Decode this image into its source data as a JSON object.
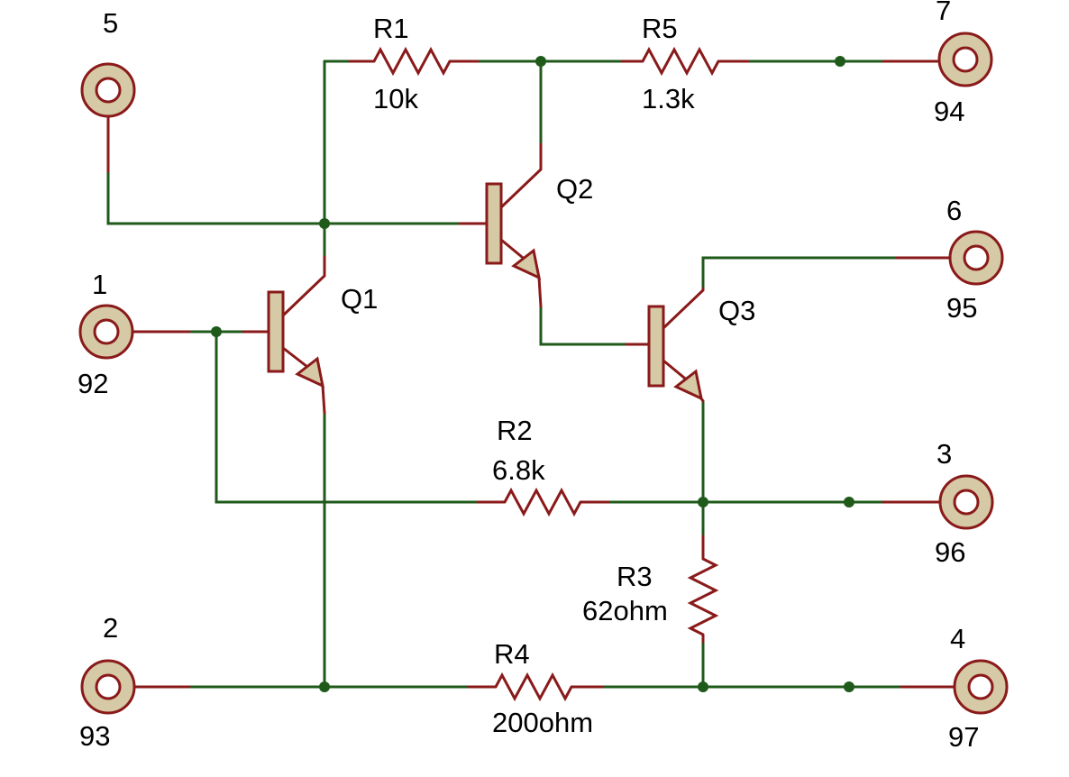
{
  "terminals": {
    "t5": {
      "pin": "5",
      "net": ""
    },
    "t1": {
      "pin": "1",
      "net": "92"
    },
    "t2": {
      "pin": "2",
      "net": "93"
    },
    "t7": {
      "pin": "7",
      "net": "94"
    },
    "t6": {
      "pin": "6",
      "net": "95"
    },
    "t3": {
      "pin": "3",
      "net": "96"
    },
    "t4": {
      "pin": "4",
      "net": "97"
    }
  },
  "resistors": {
    "r1": {
      "ref": "R1",
      "value": "10k"
    },
    "r5": {
      "ref": "R5",
      "value": "1.3k"
    },
    "r2": {
      "ref": "R2",
      "value": "6.8k"
    },
    "r3": {
      "ref": "R3",
      "value": "62ohm"
    },
    "r4": {
      "ref": "R4",
      "value": "200ohm"
    }
  },
  "transistors": {
    "q1": {
      "ref": "Q1",
      "type": "NPN"
    },
    "q2": {
      "ref": "Q2",
      "type": "NPN"
    },
    "q3": {
      "ref": "Q3",
      "type": "NPN"
    }
  },
  "colors": {
    "wire": "#1f5a1a",
    "component": "#8a1a1a",
    "terminal_fill": "#d6c9a6"
  }
}
